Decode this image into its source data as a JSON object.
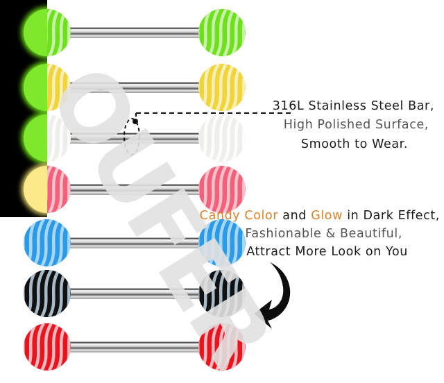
{
  "product": {
    "watermark": "OUFER",
    "rows": [
      {
        "color_name": "green",
        "ball_color": "#6fe01c",
        "stripe_color": "#d8f5c4",
        "glow_color": "#7dff1e",
        "glow": true
      },
      {
        "color_name": "yellow",
        "ball_color": "#efd53a",
        "stripe_color": "#f8f2cf",
        "glow_color": "#7dff1e",
        "glow": true
      },
      {
        "color_name": "white",
        "ball_color": "#eeeeea",
        "stripe_color": "#ffffff",
        "glow_color": "#7dff1e",
        "glow": true
      },
      {
        "color_name": "pink",
        "ball_color": "#f2607a",
        "stripe_color": "#fbd3d9",
        "glow_color": "#fff27a",
        "glow": true
      },
      {
        "color_name": "blue",
        "ball_color": "#2b9be8",
        "stripe_color": "#bfe0f7",
        "glow": false
      },
      {
        "color_name": "black",
        "ball_color": "#111111",
        "stripe_color": "#c4d9ea",
        "glow": false
      },
      {
        "color_name": "red",
        "ball_color": "#e8141e",
        "stripe_color": "#f6d6dc",
        "glow": false
      }
    ]
  },
  "spec_callout": {
    "line1": "316L Stainless Steel Bar,",
    "line2": "High Polished Surface,",
    "line3": "Smooth to Wear."
  },
  "feature_callout": {
    "line1_part1": "Candy Color",
    "line1_part2": " and ",
    "line1_part3": "Glow",
    "line1_part4": " in Dark Effect,",
    "line2": "Fashionable & Beautiful,",
    "line3": "Attract More Look on You",
    "accent_color": "#d9822b"
  },
  "icons": {
    "rotation": "dashed-ellipse-rotation-icon",
    "arrow": "curved-arrow-icon"
  }
}
